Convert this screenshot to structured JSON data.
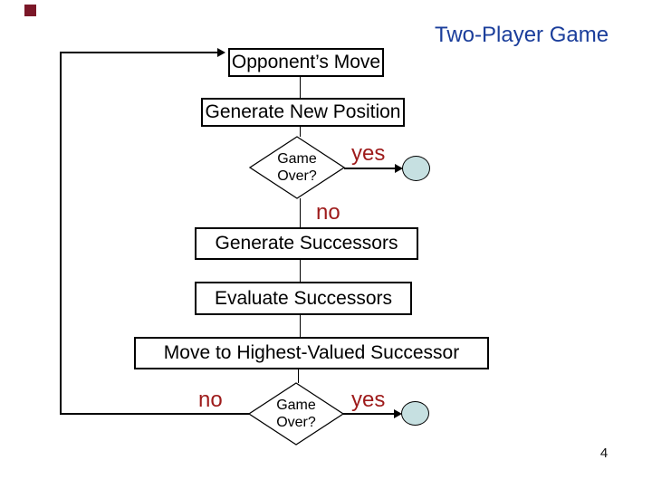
{
  "slide": {
    "title": "Two-Player Game",
    "page_number": "4",
    "colors": {
      "title_blue": "#1B3E9B",
      "edge_label_red": "#9E1B1B",
      "terminal_fill": "#C6E0E1",
      "accent_square_maroon": "#7B1728",
      "line_black": "#000000"
    }
  },
  "flowchart": {
    "boxes": [
      {
        "label": "Opponent’s Move"
      },
      {
        "label": "Generate New Position"
      },
      {
        "label": "Generate Successors"
      },
      {
        "label": "Evaluate Successors"
      },
      {
        "label": "Move to Highest-Valued Successor"
      }
    ],
    "decisions": [
      {
        "line1": "Game",
        "line2": "Over?"
      },
      {
        "line1": "Game",
        "line2": "Over?"
      }
    ],
    "edge_labels": {
      "yes_top": "yes",
      "no_top": "no",
      "no_bottom": "no",
      "yes_bottom": "yes"
    }
  }
}
